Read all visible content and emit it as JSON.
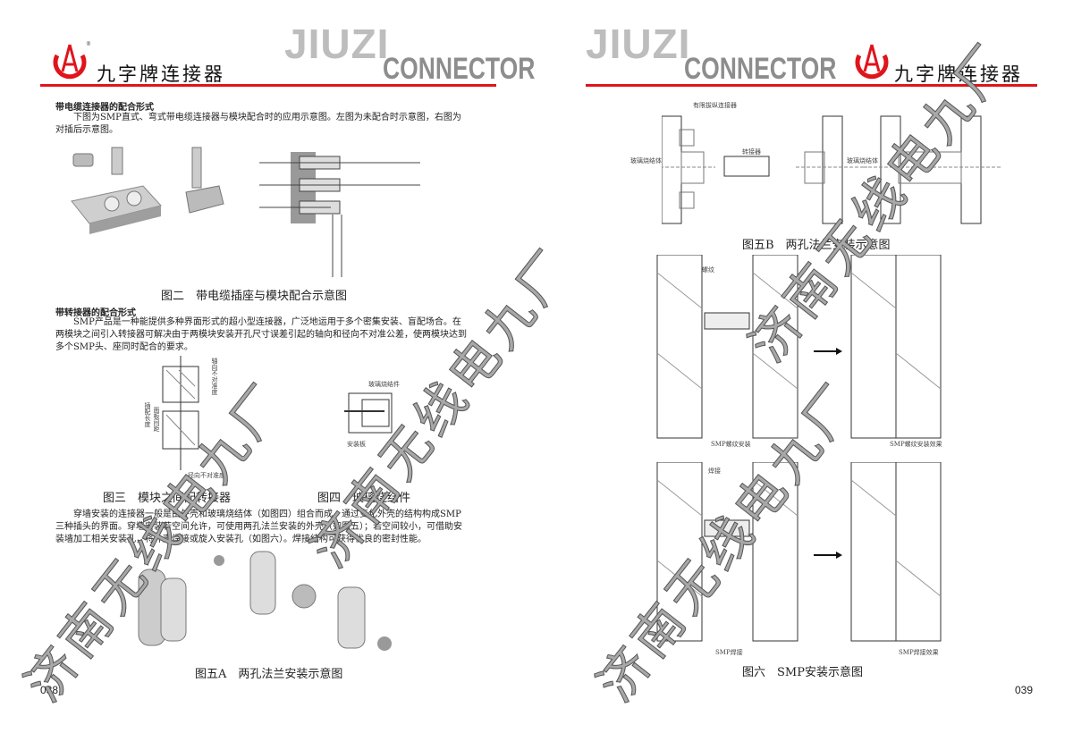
{
  "header": {
    "brand_cn": "九字牌连接器",
    "jiuzi": "JIUZI",
    "connector": "CONNECTOR",
    "registered": "®"
  },
  "left": {
    "section1_heading": "带电缆连接器的配合形式",
    "section1_text": "下图为SMP直式、弯式带电缆连接器与模块配合时的应用示意图。左图为未配合时示意图，右图为对插后示意图。",
    "fig2_caption": "图二　带电缆插座与模块配合示意图",
    "section2_heading": "带转接器的配合形式",
    "section2_text": "SMP产品是一种能提供多种界面形式的超小型连接器，广泛地运用于多个密集安装、盲配场合。在两模块之间引入转接器可解决由于两模块安装开孔尺寸误差引起的轴向和径向不对准公差，使两模块达到多个SMP头、座同时配合的要求。",
    "fig3_labels": {
      "axial": "轴向不对准度",
      "radial": "径向不对准度",
      "engage": "插配长度",
      "gap": "面板间距"
    },
    "fig3_caption": "图三　模块之间配转接器",
    "fig4_labels": {
      "glass": "玻璃烧结件",
      "panel": "安装板"
    },
    "fig4_caption": "图四　玻璃烧结件",
    "section3_text": "穿墙安装的连接器一般是由外壳和玻璃烧结体（如图四）组合而成。通过变化外壳的结构构成SMP三种插头的界面。穿墙安装若空间允许，可使用两孔法兰安装的外壳（如图五）；若空间较小，可借助安装墙加工相关安装孔，将外壳焊接或旋入安装孔（如图六）。焊接结构可获得优良的密封性能。",
    "fig5a_caption": "图五A　两孔法兰安装示意图",
    "page_number": "038"
  },
  "right": {
    "fig5b_labels": {
      "limited": "有限拔纵连接器",
      "glass1": "玻璃烧结体",
      "glass2": "玻璃烧结体",
      "adapter": "转接器"
    },
    "fig5b_caption": "图五B　两孔法兰安装示意图",
    "fig6_labels": {
      "thread": "螺纹",
      "thread_install": "SMP螺纹安装",
      "thread_result": "SMP螺纹安装效果",
      "weld": "焊接",
      "weld_install": "SMP焊接",
      "weld_result": "SMP焊接效果"
    },
    "fig6_caption": "图六　SMP安装示意图",
    "page_number": "039"
  },
  "watermark": "济南无线电九厂"
}
